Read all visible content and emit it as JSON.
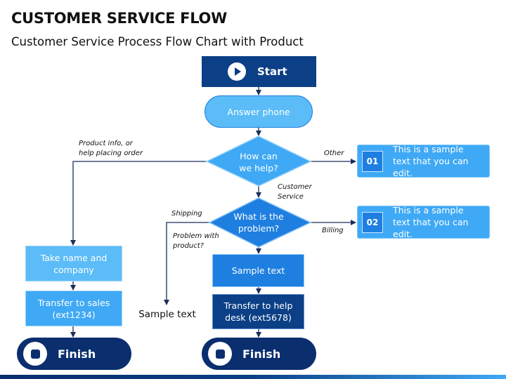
{
  "header": {
    "title": "CUSTOMER SERVICE FLOW",
    "subtitle": "Customer Service Process Flow Chart with Product"
  },
  "nodes": {
    "start": "Start",
    "answer_phone": "Answer phone",
    "how_can_we_help": "How can we help?",
    "what_is_problem": "What is the problem?",
    "take_name": "Take name and company",
    "transfer_sales": "Transfer to sales (ext1234)",
    "sample_box": "Sample text",
    "transfer_help": "Transfer to help desk (ext5678)",
    "finish_left": "Finish",
    "finish_right": "Finish",
    "sample_plain": "Sample text"
  },
  "edge_labels": {
    "product_info": "Product info, or help placing order",
    "other": "Other",
    "customer_service": "Customer Service",
    "shipping": "Shipping",
    "problem_with_product": "Problem with product?",
    "billing": "Billing"
  },
  "notes": [
    {
      "num": "01",
      "text": "This is a sample text that you can edit."
    },
    {
      "num": "02",
      "text": "This is a sample text that you can edit."
    }
  ],
  "colors": {
    "dark_navy": "#0a2e6e",
    "navy": "#0b3f86",
    "mid_blue": "#1e7fe0",
    "light_blue": "#3fa9f5",
    "pale_blue": "#5bbcf7"
  },
  "icons": [
    "play-icon",
    "stop-icon"
  ]
}
